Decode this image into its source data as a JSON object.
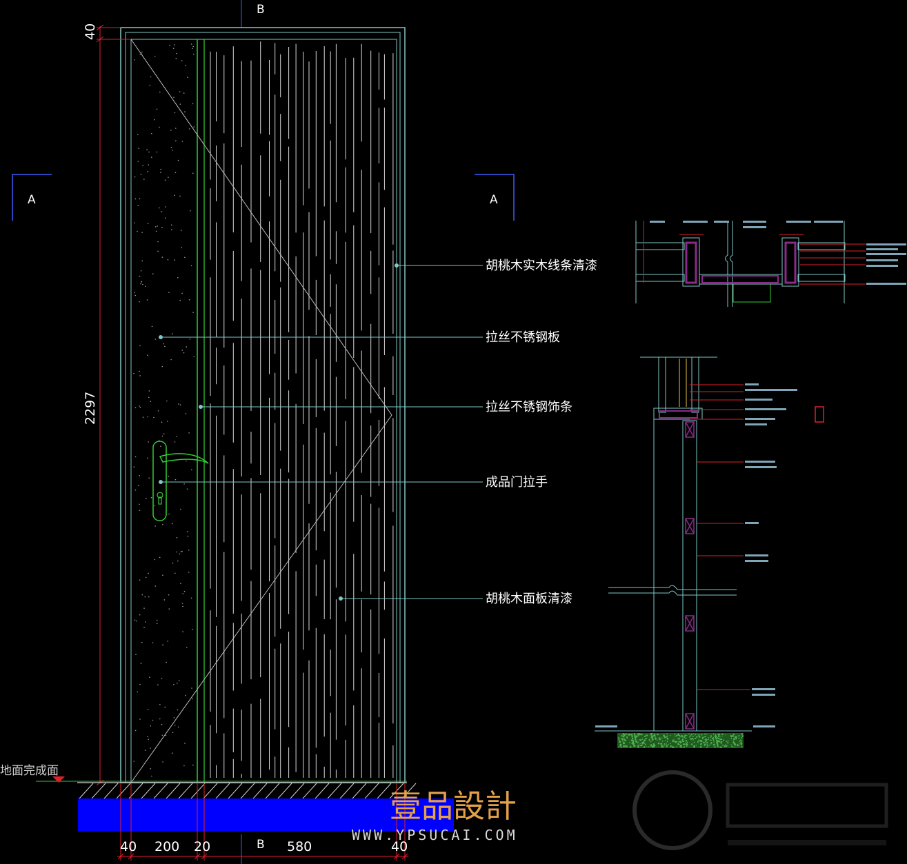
{
  "drawing": {
    "section_marks": {
      "top": "B",
      "bottom": "B",
      "left": "A",
      "right": "A"
    },
    "callouts": [
      "胡桃木实木线条清漆",
      "拉丝不锈钢板",
      "拉丝不锈钢饰条",
      "成品门拉手",
      "胡桃木面板清漆"
    ],
    "dimensions": {
      "top": "40",
      "height": "2297",
      "bottom": [
        "40",
        "200",
        "20",
        "580",
        "40"
      ]
    },
    "floor_label": "地面完成面",
    "colors": {
      "frame": "#7fc8c8",
      "panel_line": "#d8d8d8",
      "strip": "#33cc33",
      "dimension": "#e0202a",
      "leader": "#7fc8c8",
      "fill_blue": "#0000ff",
      "ground": "#3a8a3a",
      "insulation": "#8a2a8a"
    },
    "icons": [
      "door-handle-icon",
      "lock-icon"
    ]
  },
  "watermark": {
    "brand": "壹品設計",
    "url": "WWW.YPSUCAI.COM"
  }
}
